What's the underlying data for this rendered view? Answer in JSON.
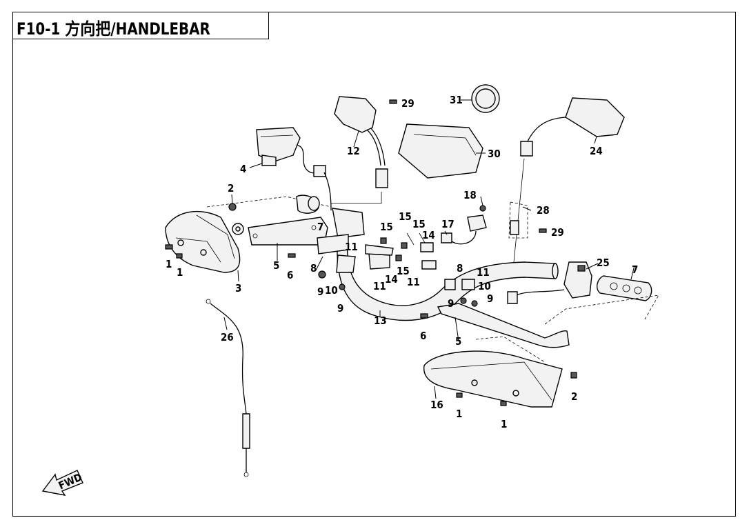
{
  "title": "F10-1 方向把/HANDLEBAR",
  "fwd_label": "FWD",
  "labels": [
    {
      "id": "lbl-1a",
      "text": "1"
    },
    {
      "id": "lbl-1b",
      "text": "1"
    },
    {
      "id": "lbl-1c",
      "text": "1"
    },
    {
      "id": "lbl-1d",
      "text": "1"
    },
    {
      "id": "lbl-2a",
      "text": "2"
    },
    {
      "id": "lbl-2b",
      "text": "2"
    },
    {
      "id": "lbl-3",
      "text": "3"
    },
    {
      "id": "lbl-4",
      "text": "4"
    },
    {
      "id": "lbl-5a",
      "text": "5"
    },
    {
      "id": "lbl-5b",
      "text": "5"
    },
    {
      "id": "lbl-6a",
      "text": "6"
    },
    {
      "id": "lbl-6b",
      "text": "6"
    },
    {
      "id": "lbl-7a",
      "text": "7"
    },
    {
      "id": "lbl-7b",
      "text": "7"
    },
    {
      "id": "lbl-8a",
      "text": "8"
    },
    {
      "id": "lbl-8b",
      "text": "8"
    },
    {
      "id": "lbl-9a",
      "text": "9"
    },
    {
      "id": "lbl-9b",
      "text": "9"
    },
    {
      "id": "lbl-9c",
      "text": "9"
    },
    {
      "id": "lbl-9d",
      "text": "9"
    },
    {
      "id": "lbl-10a",
      "text": "10"
    },
    {
      "id": "lbl-10b",
      "text": "10"
    },
    {
      "id": "lbl-11a",
      "text": "11"
    },
    {
      "id": "lbl-11b",
      "text": "11"
    },
    {
      "id": "lbl-11c",
      "text": "11"
    },
    {
      "id": "lbl-11d",
      "text": "11"
    },
    {
      "id": "lbl-12",
      "text": "12"
    },
    {
      "id": "lbl-13",
      "text": "13"
    },
    {
      "id": "lbl-14a",
      "text": "14"
    },
    {
      "id": "lbl-14b",
      "text": "14"
    },
    {
      "id": "lbl-15a",
      "text": "15"
    },
    {
      "id": "lbl-15b",
      "text": "15"
    },
    {
      "id": "lbl-15c",
      "text": "15"
    },
    {
      "id": "lbl-15d",
      "text": "15"
    },
    {
      "id": "lbl-16",
      "text": "16"
    },
    {
      "id": "lbl-17",
      "text": "17"
    },
    {
      "id": "lbl-18",
      "text": "18"
    },
    {
      "id": "lbl-24",
      "text": "24"
    },
    {
      "id": "lbl-25",
      "text": "25"
    },
    {
      "id": "lbl-26",
      "text": "26"
    },
    {
      "id": "lbl-28",
      "text": "28"
    },
    {
      "id": "lbl-29a",
      "text": "29"
    },
    {
      "id": "lbl-29b",
      "text": "29"
    },
    {
      "id": "lbl-30",
      "text": "30"
    },
    {
      "id": "lbl-31",
      "text": "31"
    }
  ]
}
